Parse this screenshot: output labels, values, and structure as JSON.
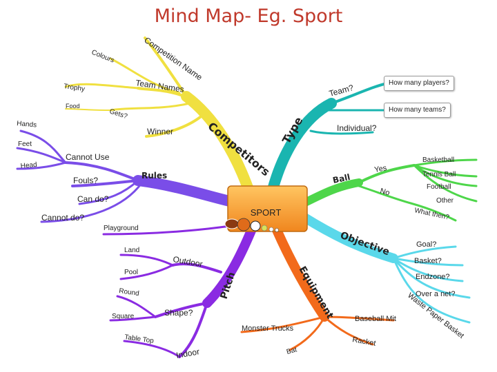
{
  "title": "Mind Map- Eg. Sport",
  "central": "SPORT",
  "branches": {
    "competitors": {
      "label": "Competitors",
      "color": "#f0e040",
      "items": [
        "Competition Name",
        "Colours",
        "Team Names",
        "Trophy",
        "Gets?",
        "Food",
        "Winner"
      ]
    },
    "type": {
      "label": "Type",
      "color": "#1ab5b0",
      "items": [
        "Team?",
        "Individual?"
      ],
      "notes": [
        "How many players?",
        "How many teams?"
      ]
    },
    "rules": {
      "label": "Rules",
      "color": "#7a4de8",
      "items": [
        "Hands",
        "Feet",
        "Head",
        "Cannot Use",
        "Fouls?",
        "Can do?",
        "Cannot do?"
      ]
    },
    "ball": {
      "label": "Ball",
      "color": "#4ed64a",
      "items": [
        "Yes",
        "Basketball",
        "Tennis Ball",
        "Football",
        "Other",
        "No",
        "What then?"
      ]
    },
    "objective": {
      "label": "Objective",
      "color": "#5ad8ea",
      "items": [
        "Goal?",
        "Basket?",
        "Endzone?",
        "Over a net?",
        "Waste Paper Basket"
      ]
    },
    "pitch": {
      "label": "Pitch",
      "color": "#8a2be2",
      "items": [
        "Playground",
        "Land",
        "Outdoor",
        "Pool",
        "Round",
        "Shape?",
        "Square",
        "Table Top",
        "Indoor"
      ]
    },
    "equipment": {
      "label": "Equipment",
      "color": "#f26a1b",
      "items": [
        "Monster Trucks",
        "Baseball Mit",
        "Racket",
        "Bat"
      ]
    }
  }
}
